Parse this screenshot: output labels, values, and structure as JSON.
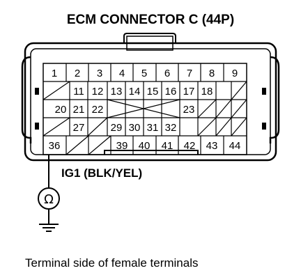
{
  "title": "ECM CONNECTOR C (44P)",
  "wire_label": "IG1 (BLK/YEL)",
  "meter_symbol": "Ω",
  "caption": "Terminal side of female terminals",
  "rows": [
    [
      "1",
      "2",
      "3",
      "4",
      "5",
      "6",
      "7",
      "8",
      "9"
    ],
    [
      "",
      "11",
      "12",
      "13",
      "14",
      "15",
      "16",
      "17",
      "18",
      ""
    ],
    [
      "20",
      "21",
      "22",
      "",
      "",
      "",
      "",
      "23",
      "",
      ""
    ],
    [
      "",
      "27",
      "",
      "29",
      "30",
      "31",
      "32",
      "",
      "",
      ""
    ],
    [
      "36",
      "",
      "",
      "39",
      "40",
      "41",
      "42",
      "43",
      "44"
    ]
  ]
}
